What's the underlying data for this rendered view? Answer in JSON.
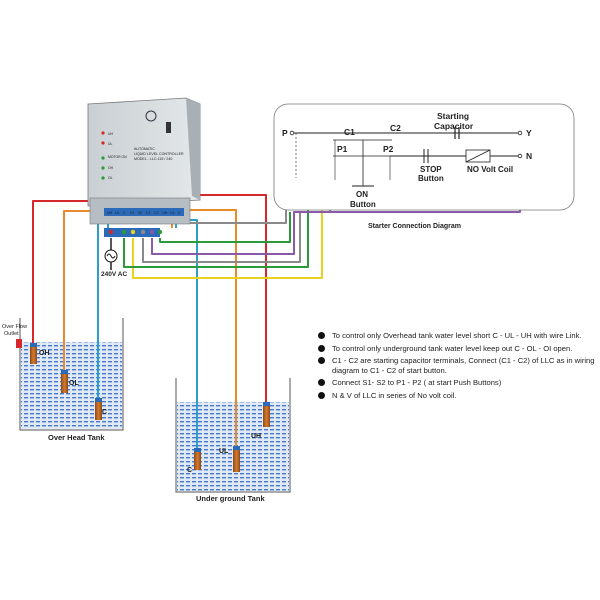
{
  "controller": {
    "brand_lines": [
      "AUTOMATIC",
      "LIQUID LEVEL CONTROLLER",
      "MODEL - LLC-115 / 240"
    ],
    "panel_labels": [
      "MOTOR ON",
      "UH",
      "UL",
      "OH",
      "OL"
    ],
    "terminal_labels": [
      "UH",
      "UL",
      "C",
      "S1",
      "S2",
      "C1",
      "C2",
      "OH",
      "OL",
      "C"
    ]
  },
  "supply_label": "240V AC",
  "tanks": {
    "overhead": {
      "title": "Over Head Tank",
      "overflow_label_1": "Over Flow",
      "overflow_label_2": "Outlet",
      "probes": [
        "OH",
        "OL",
        "C"
      ]
    },
    "underground": {
      "title": "Under ground Tank",
      "probes": [
        "C",
        "UL",
        "UH"
      ]
    }
  },
  "starter": {
    "caption": "Starter Connection Diagram",
    "capacitor_line1": "Starting",
    "capacitor_line2": "Capacitor",
    "P": "P",
    "Y": "Y",
    "N": "N",
    "C1": "C1",
    "C2": "C2",
    "P1": "P1",
    "P2": "P2",
    "on_line1": "ON",
    "on_line2": "Button",
    "stop_line1": "STOP",
    "stop_line2": "Button",
    "no_volt": "NO Volt Coil"
  },
  "notes": [
    "To control only Overhead tank water level short  C - UL - UH with wire Link.",
    "To control only underground tank water level keep out  C - OL - OI open.",
    "C1 - C2 are starting capacitor terminals, Connect (C1 - C2) of LLC as in wiring diagram to C1 - C2 of start button.",
    "Connect S1- S2 to P1 - P2 ( at start Push Buttons)",
    "N & V of LLC in series of No volt coil."
  ],
  "colors": {
    "red": "#d6282a",
    "orange": "#e88a2a",
    "cyan": "#2aa0c8",
    "yellow": "#e8d21e",
    "green": "#2a9a3a",
    "purple": "#8a5aa8",
    "gray": "#8a8a8a",
    "water": "#4a78c8"
  }
}
